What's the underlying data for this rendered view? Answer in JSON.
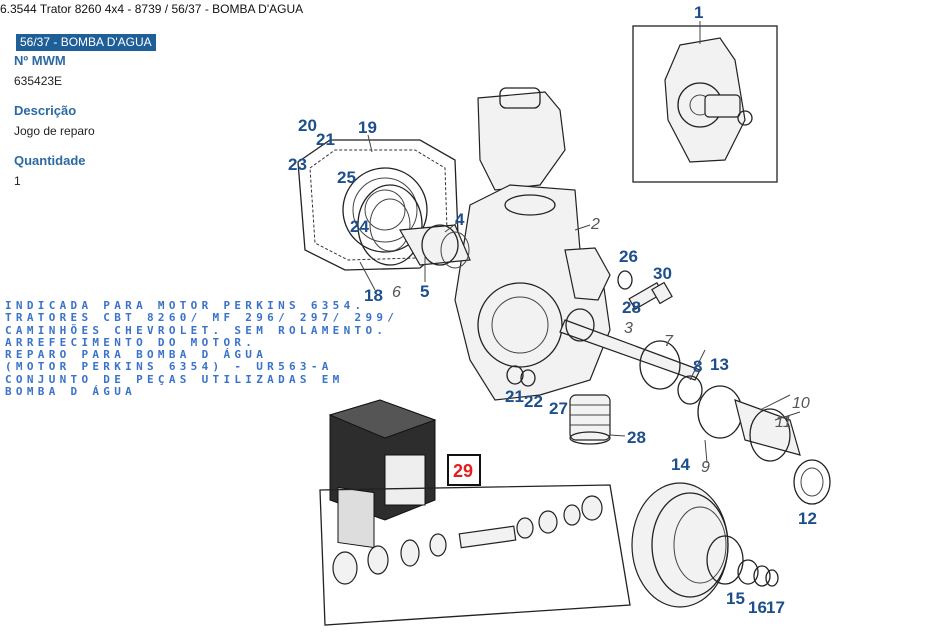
{
  "breadcrumb": "6.3544 Trator 8260 4x4 - 8739  /  56/37 - BOMBA D'AGUA",
  "badge": "56/37 - BOMBA D'AGUA",
  "fields": [
    {
      "label": "Nº MWM",
      "value": "635423E"
    },
    {
      "label": "Descrição",
      "value": "Jogo de reparo"
    },
    {
      "label": "Quantidade",
      "value": "1"
    }
  ],
  "note_lines": [
    "INDICADA PARA MOTOR PERKINS 6354.",
    "TRATORES CBT 8260/ MF 296/ 297/ 299/",
    "CAMINHÕES CHEVROLET. SEM ROLAMENTO.",
    "ARREFECIMENTO DO MOTOR.",
    "REPARO PARA BOMBA D ÁGUA",
    "(MOTOR PERKINS 6354) - UR563-A",
    "CONJUNTO DE PEÇAS UTILIZADAS EM",
    "BOMBA D ÁGUA"
  ],
  "diagram": {
    "callouts_blue": [
      "1",
      "2",
      "4",
      "5",
      "8",
      "12",
      "13",
      "14",
      "15",
      "16",
      "17",
      "18",
      "19",
      "20",
      "21",
      "22",
      "23",
      "24",
      "25",
      "26",
      "27",
      "28",
      "28",
      "30",
      "21"
    ],
    "callouts_gray": [
      "3",
      "6",
      "7",
      "9",
      "10",
      "11"
    ],
    "highlight": "29",
    "highlight_color": "#e02020",
    "accent": "#1f5f98"
  }
}
